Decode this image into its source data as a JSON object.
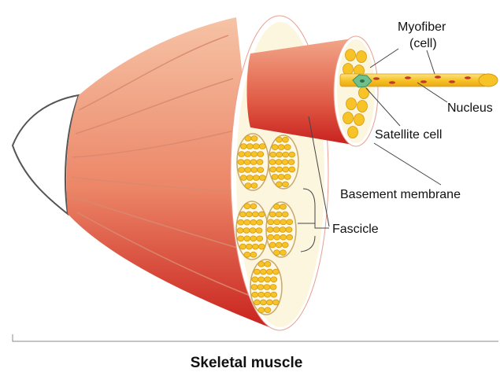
{
  "labels": {
    "myofiber_line1": "Myofiber",
    "myofiber_line2": "(cell)",
    "nucleus": "Nucleus",
    "satellite_cell": "Satellite cell",
    "basement_membrane": "Basement membrane",
    "fascicle": "Fascicle"
  },
  "caption": "Skeletal muscle",
  "colors": {
    "muscle_light": "#f4b89a",
    "muscle_mid": "#e8745a",
    "muscle_dark": "#c8201e",
    "muscle_lines": "#d9896f",
    "cell_fill": "#f7c326",
    "cell_edge": "#d39a10",
    "cross_section_bg": "#fdf6df",
    "nucleus": "#c0392b",
    "satellite": "#6fbf8f",
    "tendon_outline": "#555555"
  }
}
